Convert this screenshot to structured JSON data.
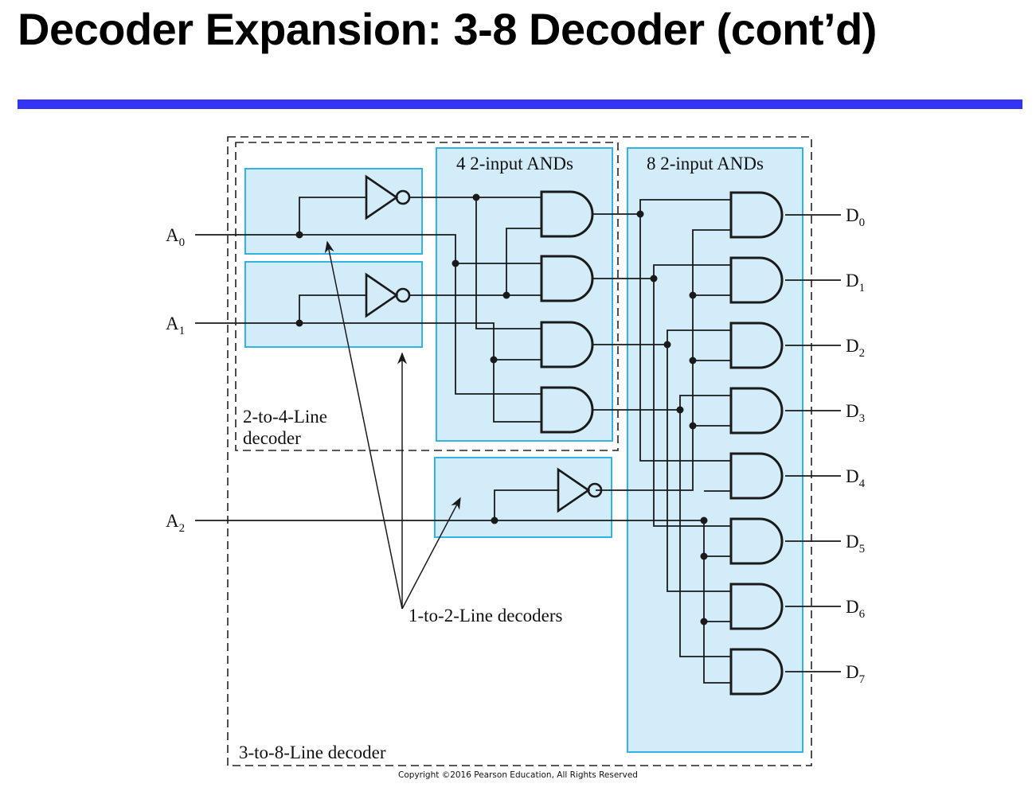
{
  "title": "Decoder Expansion: 3-8 Decoder (cont’d)",
  "colors": {
    "rule": "#3434f5",
    "box_fill": "#d3ecfa",
    "box_stroke": "#33b3e3",
    "wire": "#1a1a1a"
  },
  "diagram": {
    "inputs": [
      {
        "name": "A",
        "sub": "0"
      },
      {
        "name": "A",
        "sub": "1"
      },
      {
        "name": "A",
        "sub": "2"
      }
    ],
    "outputs": [
      {
        "name": "D",
        "sub": "0"
      },
      {
        "name": "D",
        "sub": "1"
      },
      {
        "name": "D",
        "sub": "2"
      },
      {
        "name": "D",
        "sub": "3"
      },
      {
        "name": "D",
        "sub": "4"
      },
      {
        "name": "D",
        "sub": "5"
      },
      {
        "name": "D",
        "sub": "6"
      },
      {
        "name": "D",
        "sub": "7"
      }
    ],
    "labels": {
      "and4": "4 2-input ANDs",
      "and8": "8 2-input ANDs",
      "dec24_line1": "2-to-4-Line",
      "dec24_line2": "decoder",
      "dec12": "1-to-2-Line decoders",
      "dec38": "3-to-8-Line decoder"
    }
  },
  "copyright": "Copyright ©2016 Pearson Education, All Rights Reserved"
}
